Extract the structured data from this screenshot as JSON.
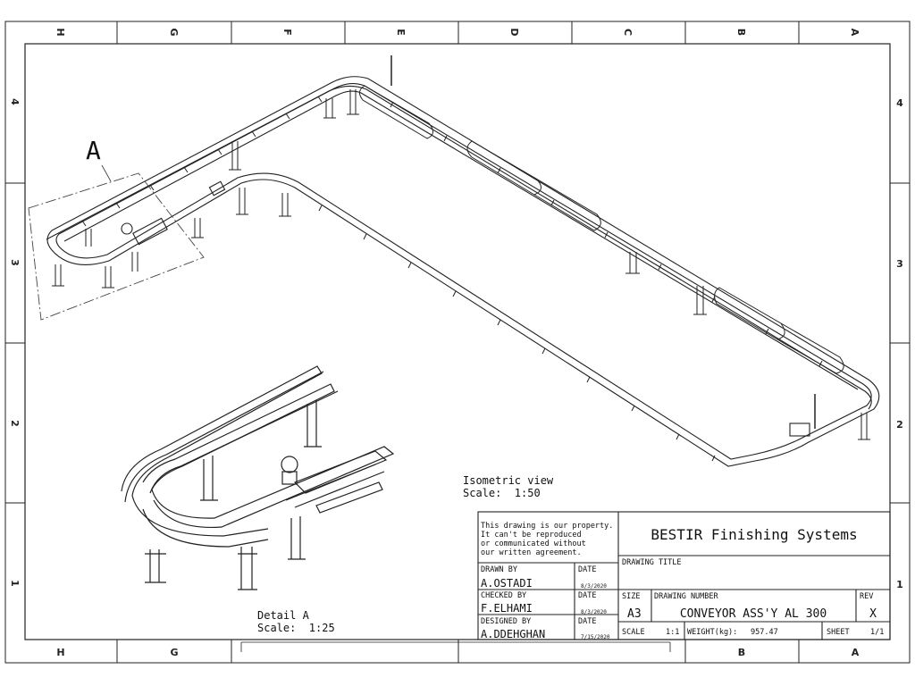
{
  "border": {
    "cols_top": [
      "H",
      "G",
      "F",
      "E",
      "D",
      "C",
      "B",
      "A"
    ],
    "cols_bottom": [
      "H",
      "G",
      "B",
      "A"
    ],
    "rows_left": [
      "4",
      "3",
      "2",
      "1"
    ],
    "rows_right": [
      "4",
      "3",
      "2",
      "1"
    ]
  },
  "views": {
    "detail_marker": "A",
    "iso_title": "Isometric view",
    "iso_scale": "Scale:  1:50",
    "detail_title": "Detail A",
    "detail_scale": "Scale:  1:25"
  },
  "title_block": {
    "property_lines": [
      "This drawing is our property.",
      "It can't be reproduced",
      "or communicated without",
      "our written agreement."
    ],
    "company": "BESTIR Finishing Systems",
    "drawing_title_label": "DRAWING TITLE",
    "drawn_by_label": "DRAWN BY",
    "drawn_by": "A.OSTADI",
    "checked_by_label": "CHECKED BY",
    "checked_by": "F.ELHAMI",
    "designed_by_label": "DESIGNED BY",
    "designed_by": "A.DDEHGHAN",
    "date_label": "DATE",
    "drawn_date": "8/3/2020",
    "checked_date": "8/3/2020",
    "designed_date": "7/15/2020",
    "size_label": "SIZE",
    "size": "A3",
    "drawing_number_label": "DRAWING NUMBER",
    "drawing_number": "CONVEYOR ASS'Y AL 300",
    "rev_label": "REV",
    "rev": "X",
    "scale_label": "SCALE",
    "scale": "1:1",
    "weight_label": "WEIGHT(kg):",
    "weight": "957.47",
    "sheet_label": "SHEET",
    "sheet": "1/1"
  }
}
